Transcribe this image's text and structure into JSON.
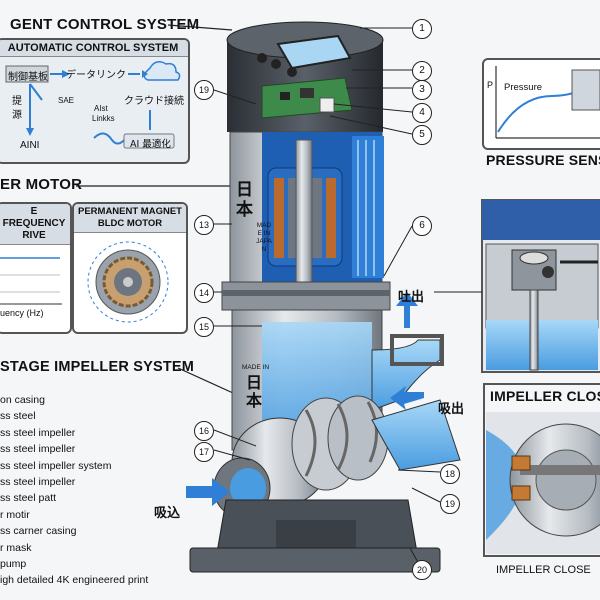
{
  "headers": {
    "control_system": "GENT CONTROL SYSTEM",
    "motor": "ER MOTOR",
    "impeller_system": "STAGE IMPELLER SYSTEM",
    "pressure_sensor": "PRESSURE SENS",
    "impeller_closeup": "IMPELLER CLOS",
    "impeller_closeup_caption": "IMPELLER CLOSE"
  },
  "control_panel": {
    "title": "AUTOMATIC CONTROL SYSTEM",
    "board": "制御基板",
    "datalink": "データリンク",
    "cloud": "クラウド接続",
    "left_vert_1": "提",
    "left_vert_2": "源",
    "sae": "SAE",
    "ai_links_1": "AIst",
    "ai_links_2": "Linkks",
    "aini": "AINI",
    "ai_opt": "AI 最適化"
  },
  "vfd_panel": {
    "title_1": "E FREQUENCY",
    "title_2": "RIVE",
    "axis": "uency (Hz)"
  },
  "bldc_panel": {
    "title_1": "PERMANENT MAGNET",
    "title_2": "BLDC MOTOR"
  },
  "pressure_panel": {
    "p_axis": "P",
    "curve_label": "Pressure"
  },
  "pump": {
    "kanji": "日本",
    "made_in_japan": "MADE IN JAPAN",
    "made_in": "MADE IN",
    "outlet": "吐出",
    "suction": "吸出",
    "inlet": "吸込"
  },
  "callouts": [
    "1",
    "2",
    "3",
    "4",
    "5",
    "6",
    "13",
    "14",
    "15",
    "16",
    "17",
    "18",
    "19",
    "19",
    "20"
  ],
  "legend": [
    "on casing",
    "ss steel",
    "ss steel impeller",
    "ss steel impeller",
    "ss steel impeller system",
    "ss steel impeller",
    "ss steel patt",
    "r motir",
    "ss carner casing",
    "r mask",
    "pump",
    "igh detailed 4K engineered print"
  ],
  "colors": {
    "accent_blue": "#2f7fd6",
    "steel": "#b8bec6",
    "dark": "#3a3f46",
    "water": "#8fc8ef"
  }
}
